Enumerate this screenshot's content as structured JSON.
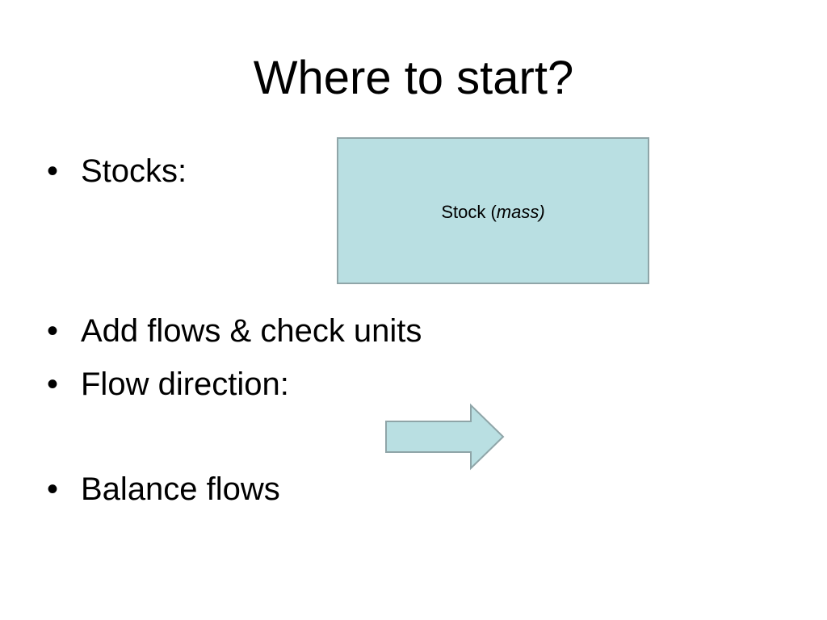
{
  "slide": {
    "title": "Where to start?",
    "bullets": [
      {
        "marker": "•",
        "text": "Stocks:"
      },
      {
        "marker": "•",
        "text": "Add flows & check units"
      },
      {
        "marker": "•",
        "text": "Flow direction:"
      },
      {
        "marker": "•",
        "text": "Balance flows"
      }
    ],
    "stock_box": {
      "label_prefix": "Stock (",
      "label_italic": "mass)",
      "fill_color": "#b9dfe2",
      "border_color": "#8fa5a8"
    },
    "flow_arrow": {
      "icon": "right-arrow-icon",
      "fill_color": "#b9dfe2",
      "border_color": "#8fa5a8"
    }
  }
}
